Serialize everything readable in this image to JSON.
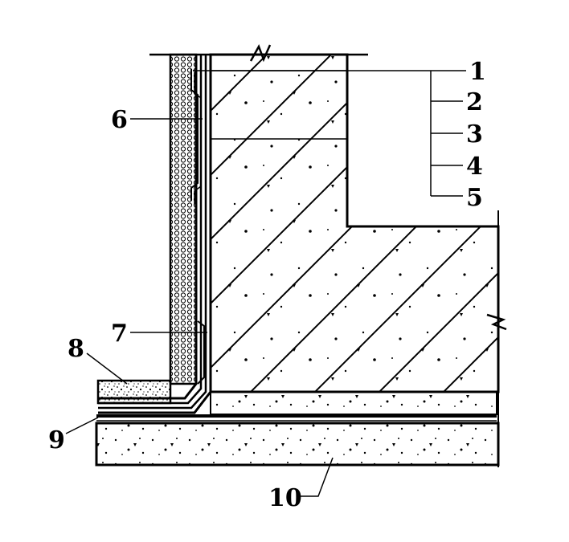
{
  "diagram": {
    "colors": {
      "ink": "#000000",
      "paper": "#ffffff"
    },
    "callouts": [
      {
        "id": "c1",
        "label": "1"
      },
      {
        "id": "c2",
        "label": "2"
      },
      {
        "id": "c3",
        "label": "3"
      },
      {
        "id": "c4",
        "label": "4"
      },
      {
        "id": "c5",
        "label": "5"
      },
      {
        "id": "c6",
        "label": "6"
      },
      {
        "id": "c7",
        "label": "7"
      },
      {
        "id": "c8",
        "label": "8"
      },
      {
        "id": "c9",
        "label": "9"
      },
      {
        "id": "c10",
        "label": "10"
      }
    ]
  }
}
